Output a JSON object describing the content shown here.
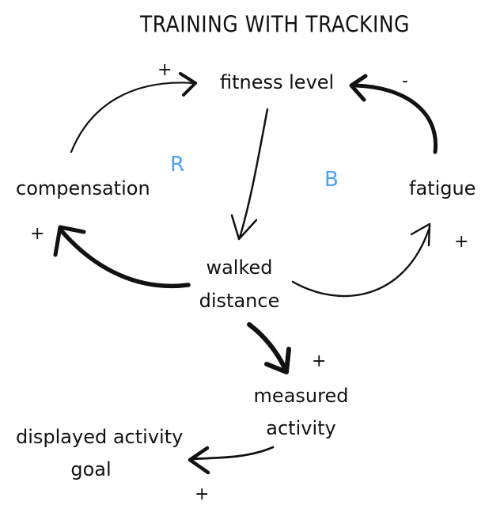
{
  "title": "TRAINING WITH TRACKING",
  "nodes": {
    "fitness_level": "fitness level",
    "compensation": "compensation",
    "fatigue": "fatigue",
    "walked_distance_line1": "walked",
    "walked_distance_line2": "distance",
    "measured_activity_line1": "measured",
    "measured_activity_line2": "activity",
    "displayed_goal_line1": "displayed activity",
    "displayed_goal_line2": "goal"
  },
  "polarities": {
    "compensation_to_fitness": "+",
    "fatigue_to_fitness": "-",
    "distance_to_compensation": "+",
    "distance_to_fatigue": "+",
    "distance_to_measured": "+",
    "measured_to_goal": "+"
  },
  "loops": {
    "reinforcing": "R",
    "balancing": "B"
  },
  "colors": {
    "ink": "#111111",
    "loop_label": "#4da3f0"
  }
}
